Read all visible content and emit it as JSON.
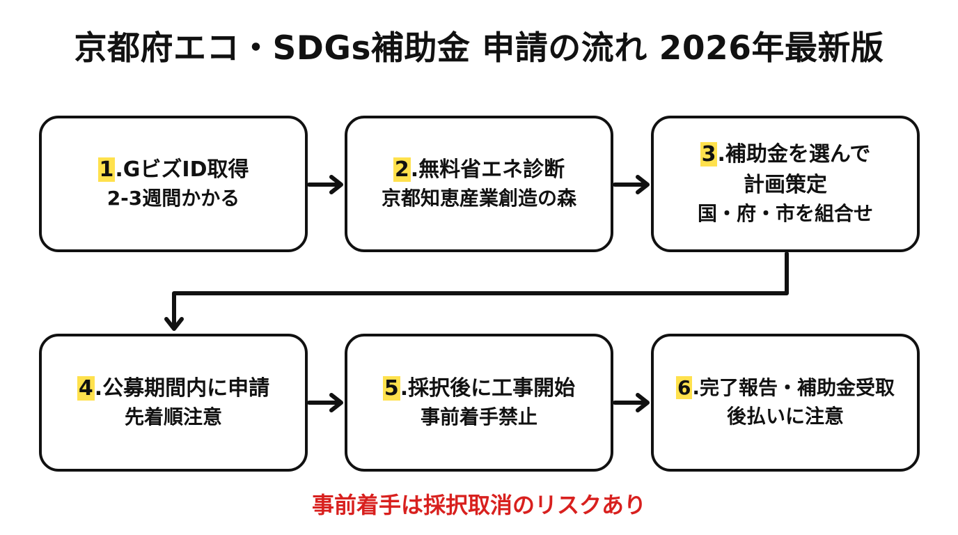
{
  "title": "京都府エコ・SDGs補助金 申請の流れ 2026年最新版",
  "steps": [
    {
      "number": "1",
      "heading": ".GビズID取得",
      "lines": [
        "2-3週間かかる"
      ]
    },
    {
      "number": "2",
      "heading": ".無料省エネ診断",
      "lines": [
        "京都知恵産業創造の森"
      ]
    },
    {
      "number": "3",
      "heading": ".補助金を選んで",
      "lines": [
        "計画策定",
        "国・府・市を組合せ"
      ]
    },
    {
      "number": "4",
      "heading": ".公募期間内に申請",
      "lines": [
        "先着順注意"
      ]
    },
    {
      "number": "5",
      "heading": ".採択後に工事開始",
      "lines": [
        "事前着手禁止"
      ]
    },
    {
      "number": "6",
      "heading": ".完了報告・補助金受取",
      "lines": [
        "後払いに注意"
      ]
    }
  ],
  "warning": "事前着手は採択取消のリスクあり",
  "colors": {
    "highlight": "#ffe14d",
    "warning": "#d8201e",
    "border": "#111111"
  }
}
